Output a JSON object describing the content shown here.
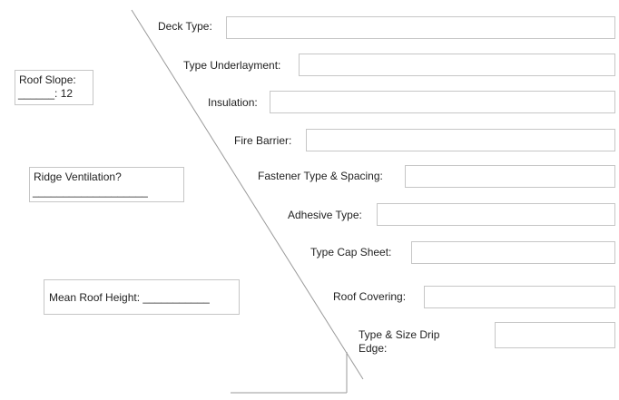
{
  "form": {
    "deck_type": {
      "label": "Deck Type:",
      "value": ""
    },
    "type_underlayment": {
      "label": "Type Underlayment:",
      "value": ""
    },
    "insulation": {
      "label": "Insulation:",
      "value": ""
    },
    "fire_barrier": {
      "label": "Fire Barrier:",
      "value": ""
    },
    "fastener": {
      "label": "Fastener Type & Spacing:",
      "value": ""
    },
    "adhesive": {
      "label": "Adhesive Type:",
      "value": ""
    },
    "cap_sheet": {
      "label": "Type Cap Sheet:",
      "value": ""
    },
    "roof_covering": {
      "label": "Roof Covering:",
      "value": ""
    },
    "drip_edge": {
      "label_line1": "Type & Size Drip",
      "label_line2": "Edge:",
      "value": ""
    }
  },
  "side": {
    "roof_slope": {
      "line1": "Roof Slope:",
      "line2": "______: 12"
    },
    "ridge_ventilation": {
      "line1": "Ridge Ventilation?",
      "line2": "___________________"
    },
    "mean_roof_height": {
      "text": "Mean Roof Height: ___________"
    }
  }
}
